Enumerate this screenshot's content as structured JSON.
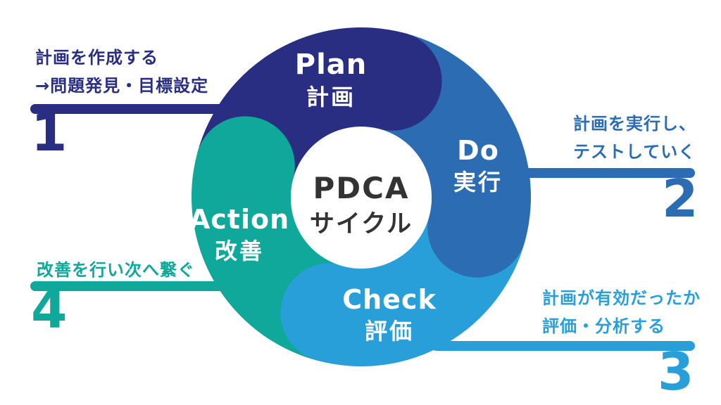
{
  "diagram": {
    "background": "#ffffff",
    "center": {
      "title_en": "PDCA",
      "title_ja": "サイクル",
      "text_color": "#333333",
      "circle_color": "#ffffff"
    },
    "segments": [
      {
        "id": "plan",
        "label_en": "Plan",
        "label_ja": "計画",
        "color": "#2a2e82"
      },
      {
        "id": "do",
        "label_en": "Do",
        "label_ja": "実行",
        "color": "#2b6cb3"
      },
      {
        "id": "check",
        "label_en": "Check",
        "label_ja": "評価",
        "color": "#299fd9"
      },
      {
        "id": "action",
        "label_en": "Action",
        "label_ja": "改善",
        "color": "#0fa89a"
      }
    ],
    "annotations": [
      {
        "number": "1",
        "color": "#2a2e82",
        "lines": [
          "計画を作成する",
          "→問題発見・目標設定"
        ]
      },
      {
        "number": "2",
        "color": "#2b6cb3",
        "lines": [
          "計画を実行し、",
          "テストしていく"
        ]
      },
      {
        "number": "3",
        "color": "#299fd9",
        "lines": [
          "計画が有効だったか",
          "評価・分析する"
        ]
      },
      {
        "number": "4",
        "color": "#0fa89a",
        "lines": [
          "改善を行い次へ繋ぐ"
        ]
      }
    ]
  }
}
